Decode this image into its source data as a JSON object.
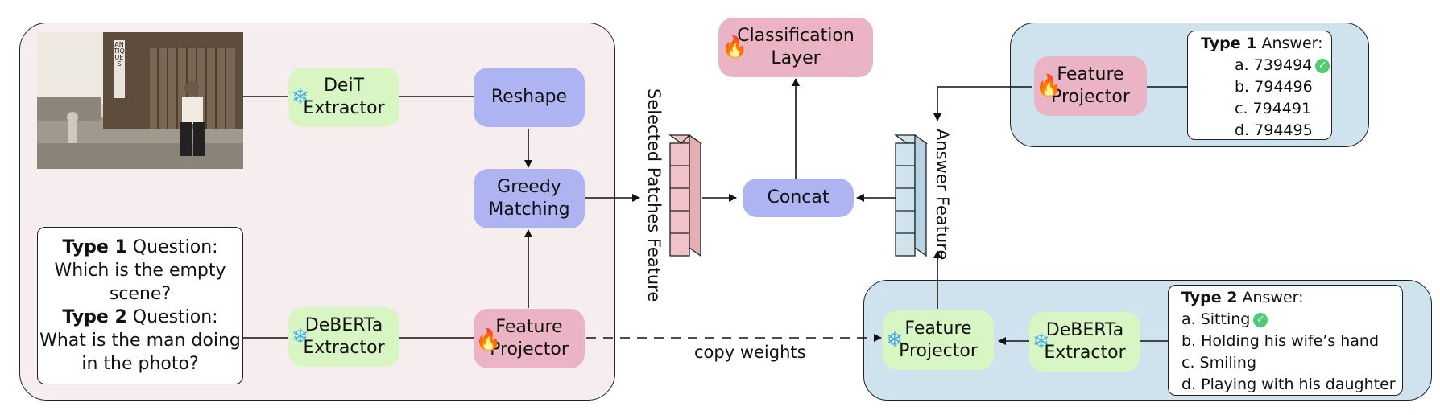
{
  "left_panel": {
    "deit_extractor": "DeiT\nExtractor",
    "reshape": "Reshape",
    "greedy_matching": "Greedy\nMatching",
    "deberta_extractor": "DeBERTa\nExtractor",
    "feature_projector": "Feature\nProjector",
    "photo_sign": "ANTIQUES",
    "question_box": {
      "type1_bold": "Type 1",
      "type1_rest": " Question:",
      "type1_line2": "Which is the empty",
      "type1_line3": "scene?",
      "type2_bold": "Type 2",
      "type2_rest": " Question:",
      "type2_line2": "What is the man doing",
      "type2_line3": "in the photo?"
    }
  },
  "middle": {
    "selected_patches_label": "Selected Patches Feature",
    "concat": "Concat",
    "classification_layer": "Classification\nLayer",
    "answer_feature_label": "Answer Feature",
    "copy_weights": "copy weights"
  },
  "right_top": {
    "feature_projector": "Feature\nProjector",
    "answer_title_bold": "Type 1",
    "answer_title_rest": " Answer:",
    "answers": [
      "a. 739494",
      "b. 794496",
      "c. 794491",
      "d. 794495"
    ]
  },
  "right_bottom": {
    "feature_projector": "Feature\nProjector",
    "deberta_extractor": "DeBERTa\nExtractor",
    "answer_title_bold": "Type 2",
    "answer_title_rest": " Answer:",
    "answers": [
      "a. Sitting",
      "b. Holding his wife’s hand",
      "c. Smiling",
      "d. Playing with his daughter"
    ]
  },
  "icons": {
    "frozen": "snowflake-icon",
    "trainable": "fire-icon",
    "correct": "check-icon"
  },
  "colors": {
    "left_panel_bg": "#f6eeee",
    "right_panel_bg": "#cfe3ee",
    "frozen_module": "#d8f5c4",
    "operation": "#aeb4f2",
    "trainable_module": "#eab4c4",
    "check": "#4ecb73"
  }
}
